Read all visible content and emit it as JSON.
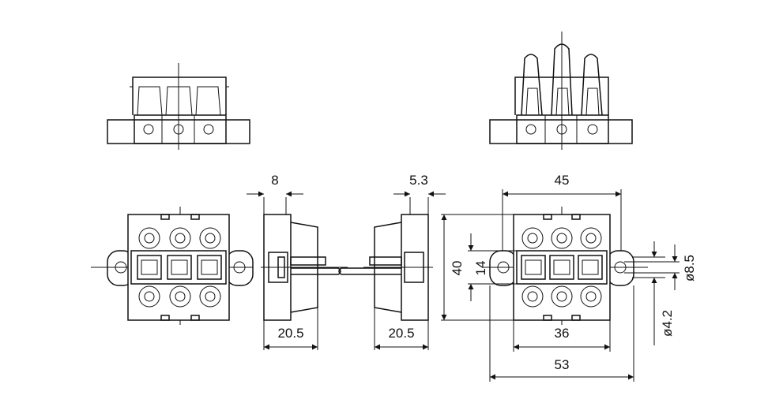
{
  "diagram": {
    "dimensions": {
      "d8": "8",
      "d5_3": "5.3",
      "d45": "45",
      "d40": "40",
      "d14": "14",
      "d8_5": "ø8.5",
      "d4_2": "ø4.2",
      "d20_5_left": "20.5",
      "d20_5_right": "20.5",
      "d36": "36",
      "d53": "53"
    }
  }
}
